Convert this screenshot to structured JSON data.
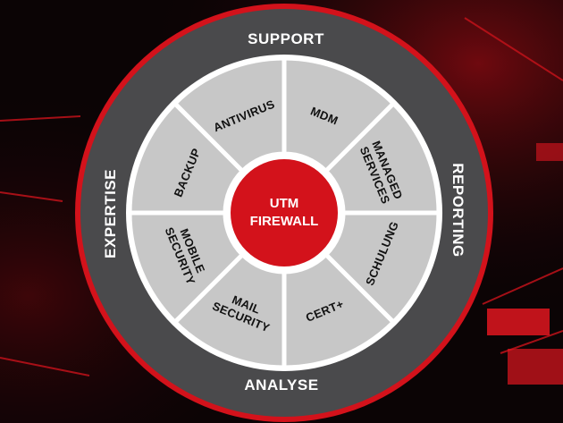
{
  "colors": {
    "background": "#0b0405",
    "accent_red": "#d3121b",
    "outer_ring": "#4a4a4c",
    "segment_fill": "#c7c7c7",
    "segment_divider": "#ffffff",
    "center_fill": "#d3121b"
  },
  "center": {
    "line1": "UTM",
    "line2": "FIREWALL"
  },
  "ring": {
    "top": "SUPPORT",
    "right": "REPORTING",
    "bottom": "ANALYSE",
    "left": "EXPERTISE"
  },
  "segments": [
    {
      "lines": [
        "MDM"
      ]
    },
    {
      "lines": [
        "MANAGED",
        "SERVICES"
      ]
    },
    {
      "lines": [
        "SCHULUNG"
      ]
    },
    {
      "lines": [
        "CERT+"
      ]
    },
    {
      "lines": [
        "MAIL",
        "SECURITY"
      ]
    },
    {
      "lines": [
        "MOBILE",
        "SECURITY"
      ]
    },
    {
      "lines": [
        "BACKUP"
      ]
    },
    {
      "lines": [
        "ANTIVIRUS"
      ]
    }
  ]
}
